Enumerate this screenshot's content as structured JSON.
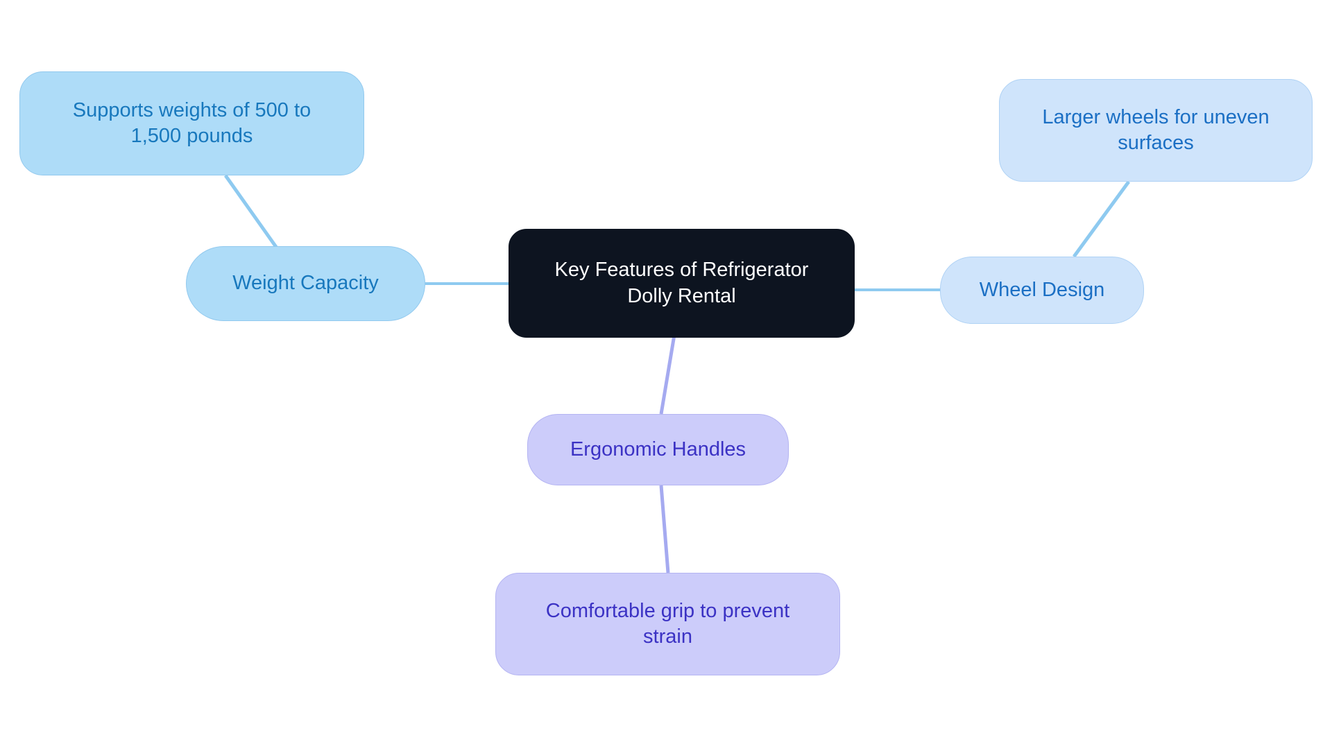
{
  "diagram": {
    "type": "mindmap",
    "title": "Key Features of Refrigerator Dolly Rental",
    "background": "#ffffff",
    "palette": {
      "root_fill": "#0d1420",
      "root_text": "#ffffff",
      "blue_deep_fill": "#aedcf8",
      "blue_soft_fill": "#cfe4fb",
      "blue_text": "#1b6fc4",
      "blue_edge": "#8ecaf0",
      "purple_fill": "#ccccfa",
      "purple_text": "#3b32c4",
      "purple_edge": "#a5aaf0"
    },
    "root": {
      "label": "Key Features of Refrigerator\nDolly Rental"
    },
    "branches": [
      {
        "id": "weight-capacity",
        "label": "Weight Capacity",
        "color": "blue",
        "children": [
          {
            "id": "weight-detail",
            "label": "Supports weights of 500 to\n1,500 pounds"
          }
        ]
      },
      {
        "id": "wheel-design",
        "label": "Wheel Design",
        "color": "blue",
        "children": [
          {
            "id": "wheel-detail",
            "label": "Larger wheels for uneven\nsurfaces"
          }
        ]
      },
      {
        "id": "ergonomic-handles",
        "label": "Ergonomic Handles",
        "color": "purple",
        "children": [
          {
            "id": "handle-detail",
            "label": "Comfortable grip to prevent\nstrain"
          }
        ]
      }
    ]
  }
}
